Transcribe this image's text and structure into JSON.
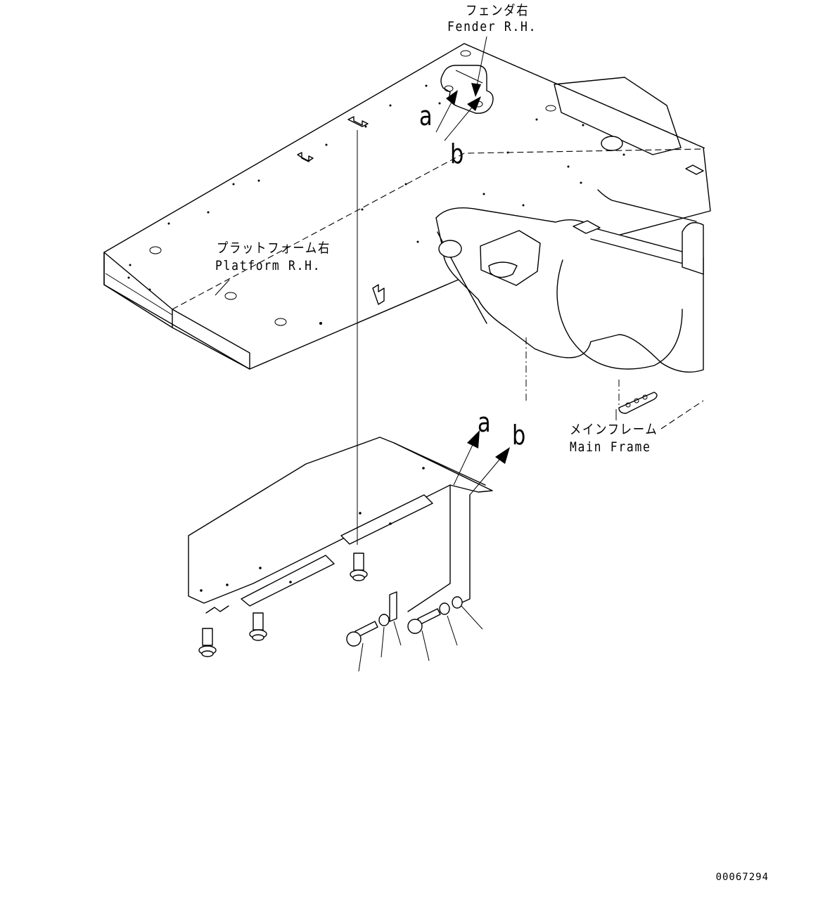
{
  "labels": {
    "fender_jp": "フェンダ右",
    "fender_en": "Fender R.H.",
    "platform_jp": "プラットフォーム右",
    "platform_en": "Platform R.H.",
    "main_frame_jp": "メインフレーム",
    "main_frame_en": "Main Frame"
  },
  "reference_letters": {
    "upper_a": "a",
    "upper_b": "b",
    "lower_a": "a",
    "lower_b": "b"
  },
  "document_number": "00067294"
}
